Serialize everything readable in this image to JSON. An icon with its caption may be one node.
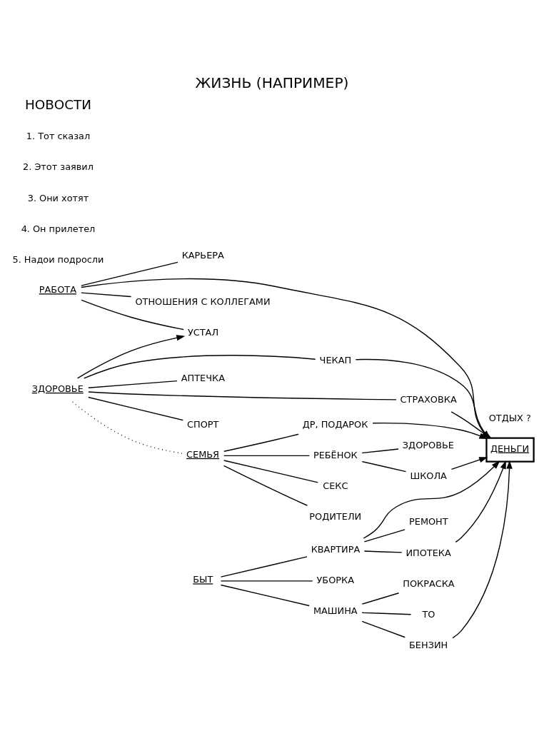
{
  "diagram": {
    "title": "ЖИЗНЬ (НАПРИМЕР)",
    "nodes": [
      {
        "text": [
          "РАБОТА"
        ]
      },
      {
        "text": [
          "КАРЬЕРА"
        ]
      },
      {
        "text": [
          "ДЕНЬГИ"
        ]
      },
      {
        "text": [
          "ОТНОШЕНИЯ С КОЛЛЕГАМИ"
        ]
      },
      {
        "text": [
          "УСТАЛ"
        ]
      },
      {
        "text": [
          "ЗДОРОВЬЕ"
        ]
      },
      {
        "text": [
          "ЧЕКАП"
        ]
      },
      {
        "text": [
          "АПТЕЧКА"
        ]
      },
      {
        "text": [
          "СТРАХОВКА"
        ]
      },
      {
        "text": [
          "СПОРТ"
        ]
      },
      {
        "text": [
          "ОТДЫХ ?"
        ]
      },
      {
        "text": [
          "СЕМЬЯ"
        ]
      },
      {
        "text": [
          "ДР, ПОДАРОК"
        ]
      },
      {
        "text": [
          "РЕБЁНОК"
        ]
      },
      {
        "text": [
          "ЗДОРОВЬЕ"
        ]
      },
      {
        "text": [
          "СЕКС"
        ]
      },
      {
        "text": [
          "РОДИТЕЛИ"
        ]
      },
      {
        "text": [
          "ШКОЛА"
        ]
      },
      {
        "text": [
          "БЫТ"
        ]
      },
      {
        "text": [
          "КВАРТИРА"
        ]
      },
      {
        "text": [
          "РЕМОНТ"
        ]
      },
      {
        "text": [
          "ИПОТЕКА"
        ]
      },
      {
        "text": [
          "УБОРКА"
        ]
      },
      {
        "text": [
          "МАШИНА"
        ]
      },
      {
        "text": [
          "ПОКРАСКА"
        ]
      },
      {
        "text": [
          "ТО"
        ]
      },
      {
        "text": [
          "БЕНЗИН"
        ]
      }
    ],
    "edges": [
      {
        "from": 0,
        "to": 1,
        "arrow": "none"
      },
      {
        "from": 0,
        "to": 2,
        "arrow": "none"
      },
      {
        "from": 0,
        "to": 3,
        "arrow": "none"
      },
      {
        "from": 0,
        "to": 4,
        "arrow": "none"
      },
      {
        "from": 5,
        "to": 4,
        "arrow": "to"
      },
      {
        "from": 5,
        "to": 6,
        "arrow": "none"
      },
      {
        "from": 5,
        "to": 7,
        "arrow": "none"
      },
      {
        "from": 5,
        "to": 8,
        "arrow": "none"
      },
      {
        "from": 5,
        "to": 9,
        "arrow": "none"
      },
      {
        "from": 5,
        "to": 11,
        "arrow": "none",
        "style": "dashed"
      },
      {
        "from": 11,
        "to": 12,
        "arrow": "none"
      },
      {
        "from": 11,
        "to": 13,
        "arrow": "none"
      },
      {
        "from": 11,
        "to": 15,
        "arrow": "none"
      },
      {
        "from": 11,
        "to": 16,
        "arrow": "none"
      },
      {
        "from": 13,
        "to": 14,
        "arrow": "none"
      },
      {
        "from": 13,
        "to": 17,
        "arrow": "none"
      },
      {
        "from": 18,
        "to": 19,
        "arrow": "none"
      },
      {
        "from": 18,
        "to": 22,
        "arrow": "none"
      },
      {
        "from": 18,
        "to": 23,
        "arrow": "none"
      },
      {
        "from": 19,
        "to": 20,
        "arrow": "none"
      },
      {
        "from": 19,
        "to": 21,
        "arrow": "none"
      },
      {
        "from": 23,
        "to": 24,
        "arrow": "none"
      },
      {
        "from": 23,
        "to": 25,
        "arrow": "none"
      },
      {
        "from": 23,
        "to": 26,
        "arrow": "none"
      },
      {
        "from": 6,
        "to": 2,
        "arrow": "to"
      },
      {
        "from": 8,
        "to": 2,
        "arrow": "to"
      },
      {
        "from": 12,
        "to": 2,
        "arrow": "to"
      },
      {
        "from": 17,
        "to": 2,
        "arrow": "to"
      },
      {
        "from": 19,
        "to": 2,
        "arrow": "to"
      },
      {
        "from": 21,
        "to": 2,
        "arrow": "to"
      },
      {
        "from": 26,
        "to": 2,
        "arrow": "to"
      }
    ],
    "labels": [
      "НОВОСТИ",
      "1. Тот сказал",
      "2. Этот заявил",
      "3. Они хотят",
      "4. Он прилетел",
      "5. Надои подросли"
    ]
  }
}
